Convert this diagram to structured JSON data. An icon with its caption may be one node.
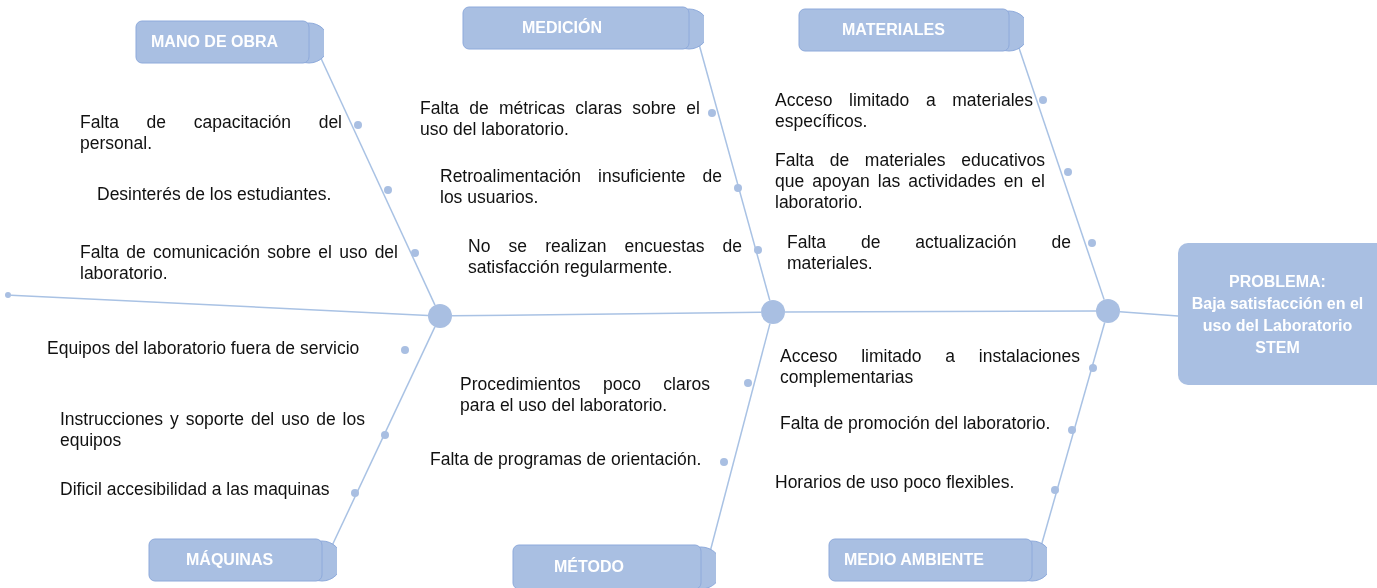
{
  "diagram": {
    "nodes": [
      {
        "text": [
          "MANO DE OBRA"
        ]
      },
      {
        "text": [
          "MEDICIÓN"
        ]
      },
      {
        "text": [
          "MATERIALES"
        ]
      },
      {
        "text": [
          "MÁQUINAS"
        ]
      },
      {
        "text": [
          "MÉTODO"
        ]
      },
      {
        "text": [
          "MEDIO AMBIENTE"
        ]
      },
      {
        "text": [
          "PROBLEMA:",
          "Baja satisfacción en el uso del Laboratorio STEM"
        ]
      },
      {
        "text": [],
        "shape": "circle"
      },
      {
        "text": [],
        "shape": "circle"
      },
      {
        "text": [],
        "shape": "circle"
      },
      {
        "text": [],
        "shape": "circle"
      }
    ],
    "edges": [
      {
        "from": 0,
        "to": 8,
        "arrow": "none"
      },
      {
        "from": 1,
        "to": 9,
        "arrow": "none"
      },
      {
        "from": 2,
        "to": 10,
        "arrow": "none"
      },
      {
        "from": 7,
        "to": 8,
        "arrow": "none"
      },
      {
        "from": 8,
        "to": 9,
        "arrow": "none"
      },
      {
        "from": 9,
        "to": 10,
        "arrow": "none"
      },
      {
        "from": 10,
        "to": 6,
        "arrow": "none"
      },
      {
        "from": 8,
        "to": 3,
        "arrow": "none"
      },
      {
        "from": 9,
        "to": 4,
        "arrow": "none"
      },
      {
        "from": 10,
        "to": 5,
        "arrow": "none"
      }
    ],
    "labels": [
      "Falta de capacitación del personal.",
      "Desinterés de los estudiantes.",
      "Falta de comunicación sobre el uso del laboratorio.",
      "Falta de métricas claras sobre el uso del laboratorio.",
      "Retroalimentación insuficiente de los usuarios.",
      "No se realizan encuestas de satisfacción regularmente.",
      "Acceso limitado a materiales específicos.",
      "Falta de materiales educativos que apoyan las actividades en el laboratorio.",
      "Falta de actualización de materiales.",
      "Equipos del laboratorio fuera de servicio",
      "Instrucciones y soporte del uso de los equipos",
      "Dificil accesibilidad a las maquinas",
      "Procedimientos poco claros para el uso del laboratorio.",
      "Falta de programas de orientación.",
      "Acceso limitado a instalaciones complementarias",
      "Falta de promoción del laboratorio.",
      "Horarios de uso poco flexibles."
    ]
  }
}
